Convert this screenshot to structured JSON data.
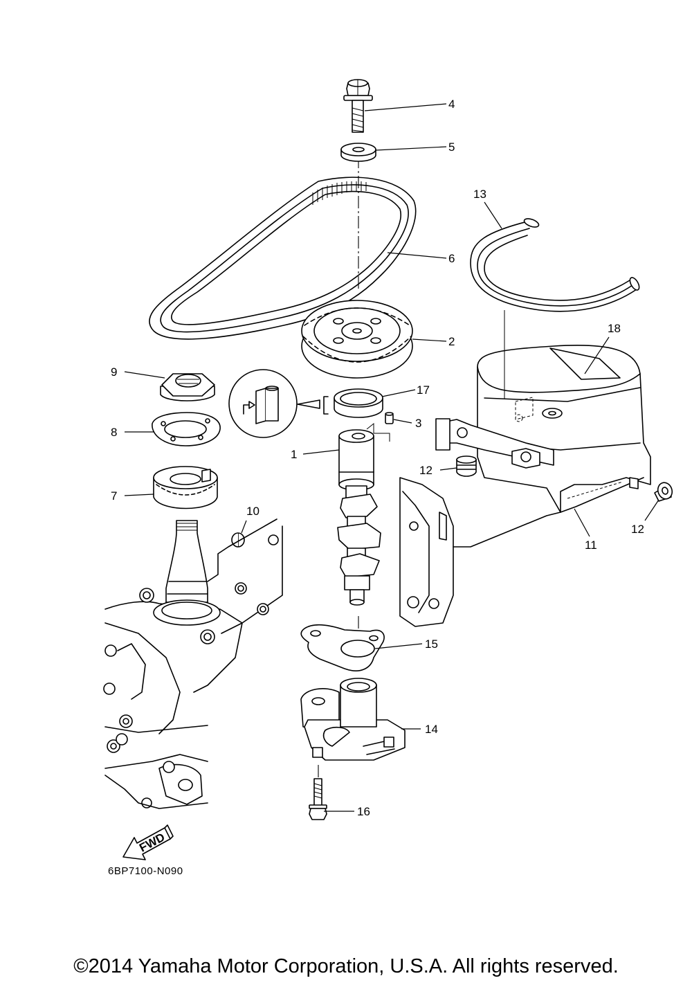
{
  "callouts": {
    "c1": "1",
    "c2": "2",
    "c3": "3",
    "c4": "4",
    "c5": "5",
    "c6": "6",
    "c7": "7",
    "c8": "8",
    "c9": "9",
    "c10": "10",
    "c11": "11",
    "c12a": "12",
    "c12b": "12",
    "c13": "13",
    "c14": "14",
    "c15": "15",
    "c16": "16",
    "c17": "17",
    "c18": "18"
  },
  "fwd_label": "FWD",
  "diagram_code": "6BP7100-N090",
  "copyright": "©2014 Yamaha Motor Corporation, U.S.A. All rights reserved."
}
